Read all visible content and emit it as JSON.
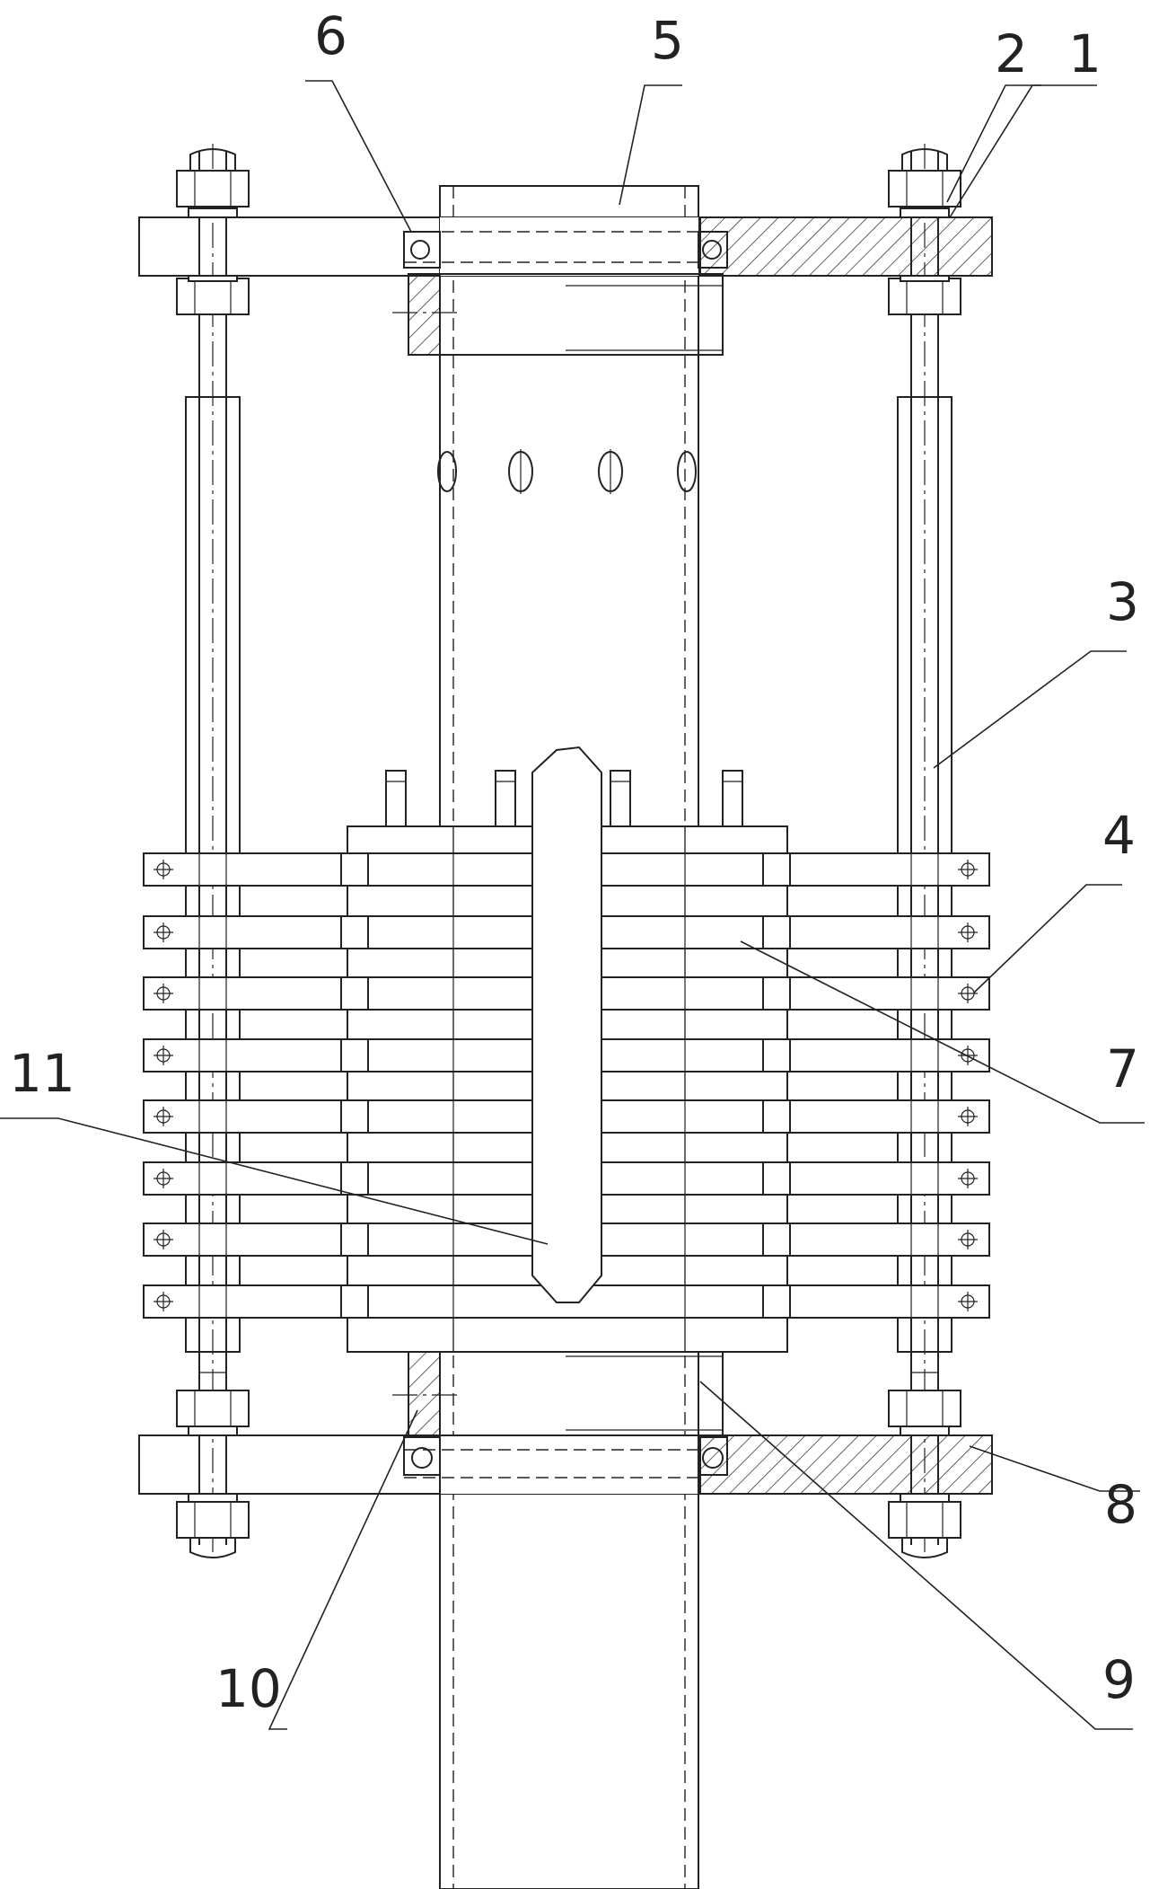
{
  "drawing": {
    "callouts": [
      {
        "id": "label-1",
        "text": "1"
      },
      {
        "id": "label-2",
        "text": "2"
      },
      {
        "id": "label-3",
        "text": "3"
      },
      {
        "id": "label-4",
        "text": "4"
      },
      {
        "id": "label-5",
        "text": "5"
      },
      {
        "id": "label-6",
        "text": "6"
      },
      {
        "id": "label-7",
        "text": "7"
      },
      {
        "id": "label-8",
        "text": "8"
      },
      {
        "id": "label-9",
        "text": "9"
      },
      {
        "id": "label-10",
        "text": "10"
      },
      {
        "id": "label-11",
        "text": "11"
      }
    ]
  }
}
